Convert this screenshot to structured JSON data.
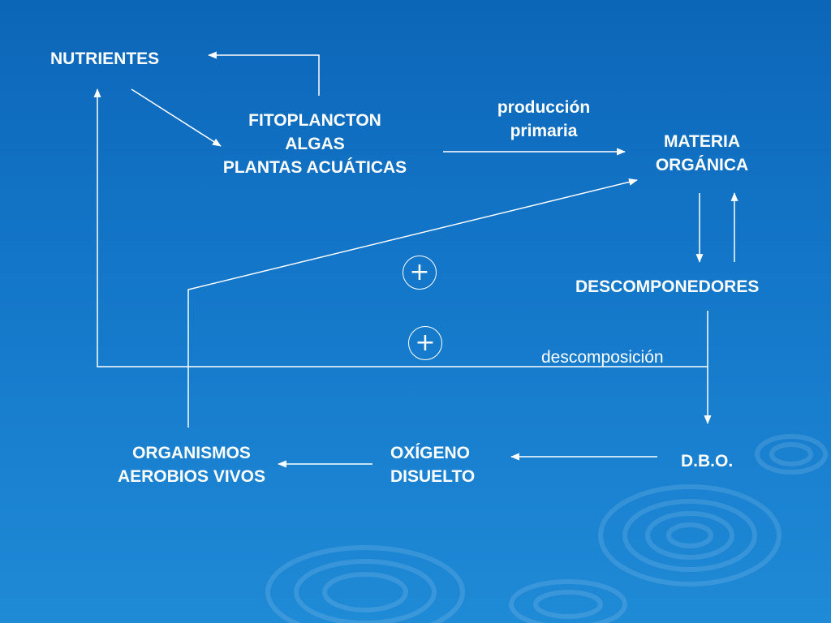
{
  "nodes": {
    "nutrientes": "NUTRIENTES",
    "fitoplancton": [
      "FITOPLANCTON",
      "ALGAS",
      "PLANTAS ACUÁTICAS"
    ],
    "materia_organica": [
      "MATERIA",
      "ORGÁNICA"
    ],
    "descomponedores": "DESCOMPONEDORES",
    "dbo": "D.B.O.",
    "oxigeno_disuelto": [
      "OXÍGENO",
      "DISUELTO"
    ],
    "organismos_aerobios": [
      "ORGANISMOS",
      "AEROBIOS VIVOS"
    ]
  },
  "edge_labels": {
    "produccion_primaria": [
      "producción",
      "primaria"
    ],
    "descomposicion": "descomposición"
  },
  "signs": {
    "plus_top": "+",
    "plus_bottom": "+"
  },
  "colors": {
    "background_top": "#0c66b8",
    "background_bottom": "#1f8ad6",
    "foreground": "#ffffff"
  }
}
